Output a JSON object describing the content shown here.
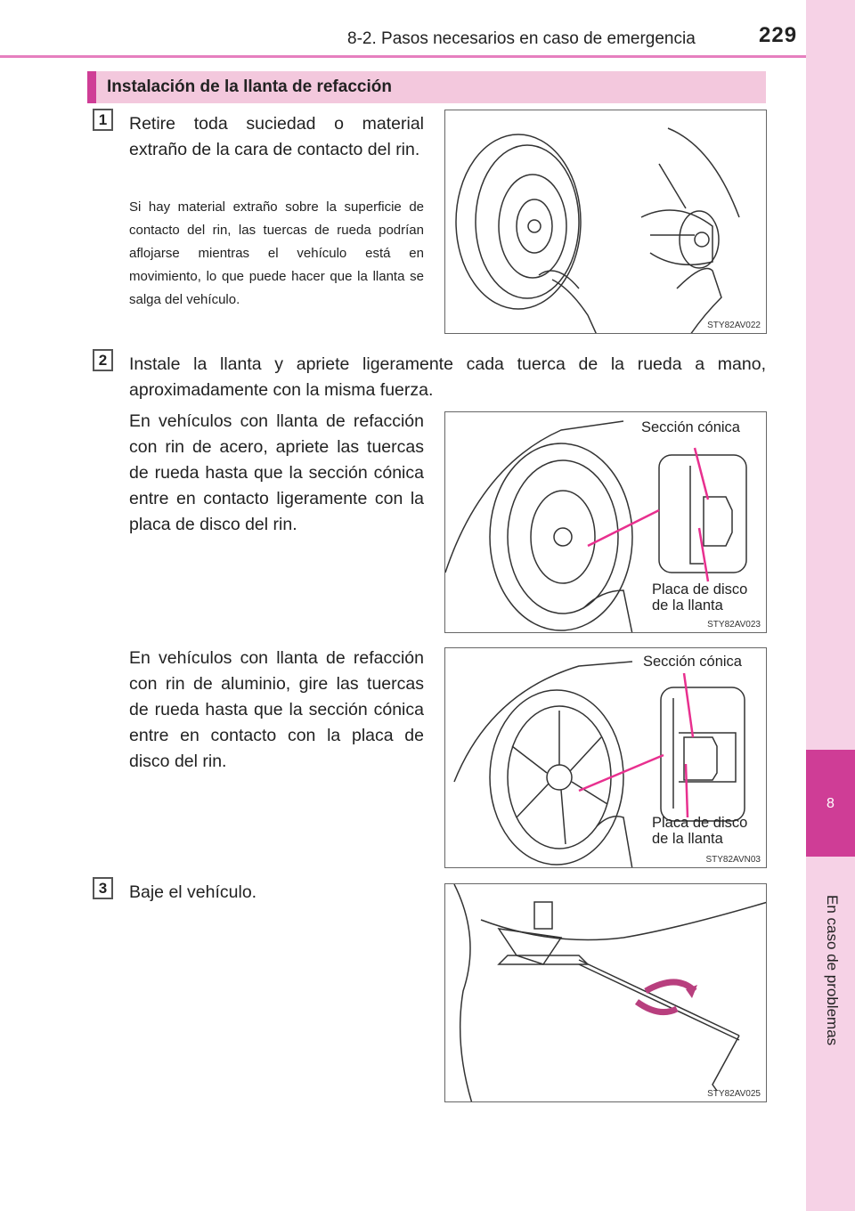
{
  "header": {
    "section": "8-2. Pasos necesarios en caso de emergencia",
    "page_number": "229"
  },
  "side_tab": {
    "chapter_number": "8",
    "chapter_title": "En caso de problemas"
  },
  "section_title": "Instalación de la llanta de refacción",
  "steps": [
    {
      "number": "1",
      "text": "Retire toda suciedad o material extraño de la cara de contacto del rin.",
      "note": "Si hay material extraño sobre la superficie de contacto del rin, las tuercas de rueda podrían aflojarse mientras el vehículo está en movimiento, lo que puede hacer que la llanta se salga del vehículo."
    },
    {
      "number": "2",
      "text": "Instale la llanta y apriete ligeramente cada tuerca de la rueda a mano, aproximadamente con la misma fuerza.",
      "sub_steel": "En vehículos con llanta de refacción con rin de acero, apriete las tuercas de rueda hasta que la sección cónica entre en contacto ligeramente con la placa de disco del rin.",
      "sub_alloy": "En vehículos con llanta de refacción con rin de aluminio, gire las tuercas de rueda hasta que la sección cónica entre en contacto con la placa de disco del rin."
    },
    {
      "number": "3",
      "text": "Baje el vehículo."
    }
  ],
  "figures": {
    "fig1": {
      "code": "STY82AV022"
    },
    "fig2": {
      "code": "STY82AV023",
      "label_cone": "Sección cónica",
      "label_plate_1": "Placa de disco",
      "label_plate_2": "de la llanta"
    },
    "fig3": {
      "code": "STY82AVN03",
      "label_cone": "Sección cónica",
      "label_plate_1": "Placa de disco",
      "label_plate_2": "de la llanta"
    },
    "fig4": {
      "code": "STY82AV025"
    }
  },
  "colors": {
    "accent": "#cf3d96",
    "accent_light": "#f3c8dd",
    "callout_line": "#e8308f"
  }
}
